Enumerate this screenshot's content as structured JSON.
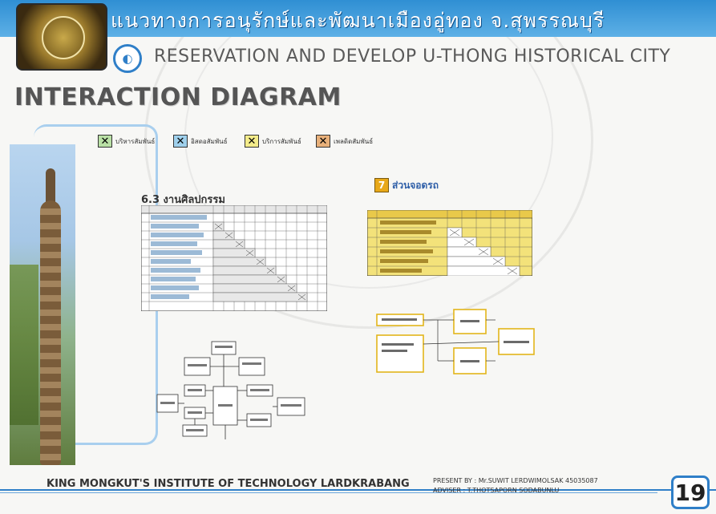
{
  "header": {
    "thai_title": "แนวทางการอนุรักษ์และพัฒนาเมืองอู่ทอง  จ.สุพรรณบุรี",
    "subtitle": "RESERVATION AND DEVELOP U-THONG HISTORICAL CITY",
    "heading": "INTERACTION DIAGRAM"
  },
  "legend": [
    {
      "label": "บริหารสัมพันธ์",
      "color": "#b9e0a5",
      "mark": "✕"
    },
    {
      "label": "อิสดอสัมพันธ์",
      "color": "#9fd0ec",
      "mark": "✕"
    },
    {
      "label": "บริการสัมพันธ์",
      "color": "#f4ec8a",
      "mark": "✕"
    },
    {
      "label": "เพลดิดสัมพันธ์",
      "color": "#e8b07a",
      "mark": "✕"
    }
  ],
  "section1": {
    "title": "6.3 งานศิลปกรรม"
  },
  "section2": {
    "number": "7",
    "title": "ส่วนจอดรถ"
  },
  "footer": {
    "org": "KING MONGKUT'S INSTITUTE OF TECHNOLOGY LARDKRABANG",
    "present": "PRESENT BY : Mr.SUWIT  LERDWIMOLSAK  45035087",
    "adviser": "ADVISER : T.THOTSAPORN  SODABUNLU",
    "page_number": "19"
  },
  "colors": {
    "banner": "#3d9ad9",
    "accent": "#2f7fc8",
    "highlight": "#f3e27a"
  }
}
